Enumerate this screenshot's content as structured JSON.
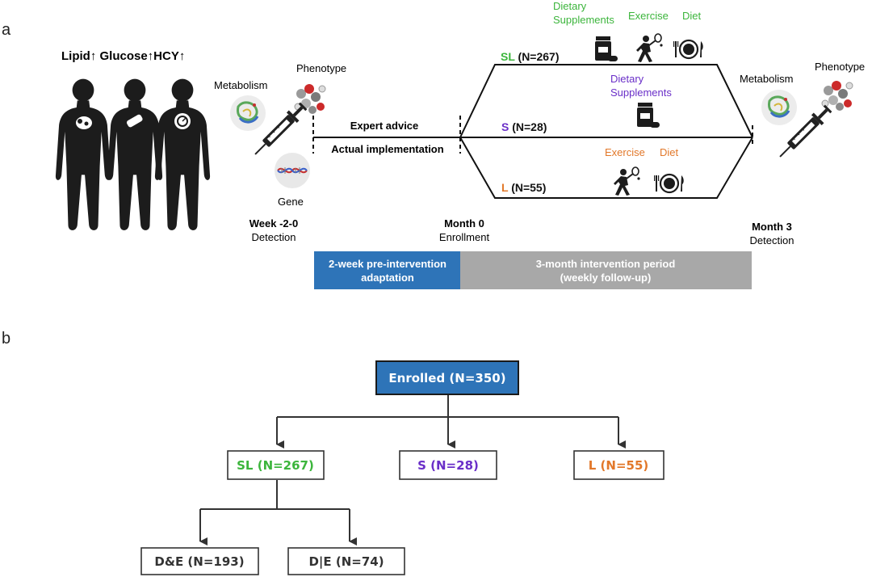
{
  "panel_a": {
    "label": "a",
    "risk_factors": "Lipid↑ Glucose↑HCY↑",
    "left_phenotype": "Phenotype",
    "left_metabolism": "Metabolism",
    "left_gene": "Gene",
    "week_label": "Week -2-0",
    "week_sub": "Detection",
    "expert_advice": "Expert advice",
    "actual_impl": "Actual implementation",
    "month0": "Month 0",
    "month0_sub": "Enrollment",
    "month3": "Month 3",
    "month3_sub": "Detection",
    "right_phenotype": "Phenotype",
    "right_metabolism": "Metabolism",
    "groups": {
      "sl": {
        "code": "SL",
        "count": " (N=267)",
        "color": "#3cb53c",
        "tags": [
          "Dietary",
          "Supplements",
          "Exercise",
          "Diet"
        ]
      },
      "s": {
        "code": "S",
        "count": " (N=28)",
        "color": "#6a2fc8",
        "tags": [
          "Dietary",
          "Supplements"
        ]
      },
      "l": {
        "code": "L",
        "count": " (N=55)",
        "color": "#e2782a",
        "tags": [
          "Exercise",
          "Diet"
        ]
      }
    },
    "timeline": {
      "pre_line1": "2-week pre-intervention",
      "pre_line2": "adaptation",
      "pre_color": "#2e74b8",
      "int_line1": "3-month intervention period",
      "int_line2": "(weekly follow-up)",
      "int_color": "#a8a8a8"
    }
  },
  "panel_b": {
    "label": "b",
    "enrolled": "Enrolled (N=350)",
    "enrolled_color": "#2e74b8",
    "sl_box": "SL (N=267)",
    "s_box": "S (N=28)",
    "l_box": "L (N=55)",
    "de_box_prefix": "D&E ",
    "de_box_count": "(N=193)",
    "die_box_prefix": "D|E ",
    "die_box_count": "(N=74)"
  },
  "icons": [
    "human-silhouette-icon",
    "syringe-icon",
    "molecule-icon",
    "protein-icon",
    "dna-icon",
    "pill-bottle-icon",
    "runner-icon",
    "plate-icon"
  ]
}
